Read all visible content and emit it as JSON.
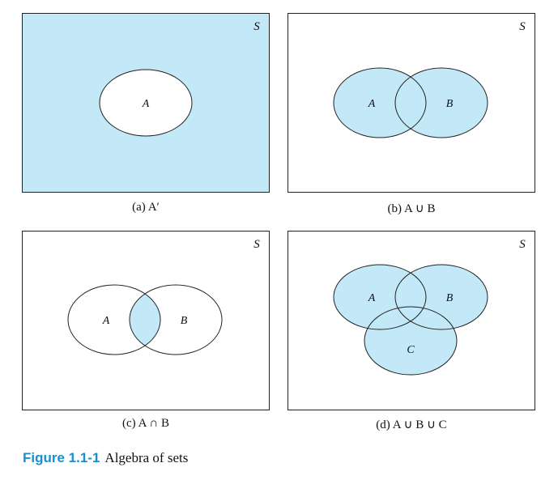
{
  "colors": {
    "fill": "#c3e8f7",
    "stroke": "#222222",
    "background": "#ffffff",
    "figure_label": "#1a8fd0"
  },
  "panels": [
    {
      "universe": "S",
      "caption": "(a) A′",
      "sets": [
        "A"
      ]
    },
    {
      "universe": "S",
      "caption": "(b) A ∪ B",
      "sets": [
        "A",
        "B"
      ]
    },
    {
      "universe": "S",
      "caption": "(c) A ∩ B",
      "sets": [
        "A",
        "B"
      ]
    },
    {
      "universe": "S",
      "caption": "(d) A ∪ B ∪ C",
      "sets": [
        "A",
        "B",
        "C"
      ]
    }
  ],
  "figure": {
    "label": "Figure 1.1-1",
    "title": "Algebra of sets"
  }
}
